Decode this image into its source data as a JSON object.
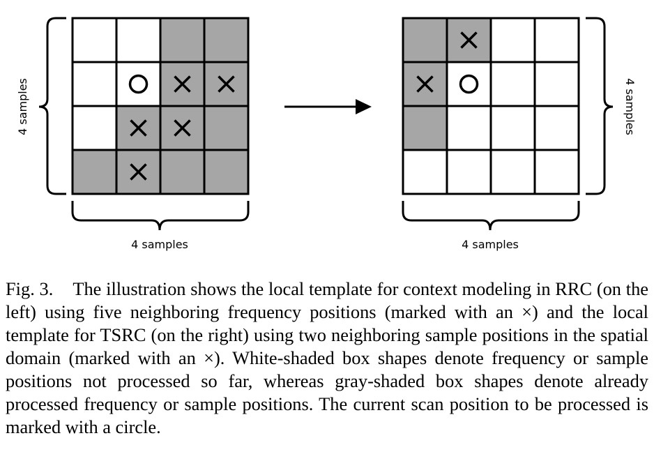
{
  "diagram": {
    "left_grid": {
      "size_label": "4 samples",
      "side_label": "4 samples",
      "cells": [
        [
          "white",
          "white",
          "gray",
          "gray"
        ],
        [
          "white",
          "white",
          "gray",
          "gray"
        ],
        [
          "white",
          "gray",
          "gray",
          "gray"
        ],
        [
          "gray",
          "gray",
          "gray",
          "gray"
        ]
      ],
      "crosses": [
        [
          1,
          2
        ],
        [
          1,
          3
        ],
        [
          2,
          1
        ],
        [
          2,
          2
        ],
        [
          3,
          1
        ]
      ],
      "circle": [
        1,
        1
      ]
    },
    "right_grid": {
      "size_label": "4 samples",
      "side_label": "4 samples",
      "cells": [
        [
          "gray",
          "gray",
          "white",
          "white"
        ],
        [
          "gray",
          "white",
          "white",
          "white"
        ],
        [
          "gray",
          "white",
          "white",
          "white"
        ],
        [
          "white",
          "white",
          "white",
          "white"
        ]
      ],
      "crosses": [
        [
          0,
          1
        ],
        [
          1,
          0
        ]
      ],
      "circle": [
        1,
        1
      ]
    },
    "colors": {
      "gray": "#a6a6a6",
      "white": "#ffffff",
      "stroke": "#000000"
    }
  },
  "caption": {
    "label": "Fig. 3.",
    "text": "The illustration shows the local template for context modeling in RRC (on the left) using five neighboring frequency positions (marked with an ×) and the local template for TSRC (on the right) using two neighboring sample positions in the spatial domain (marked with an ×). White-shaded box shapes denote frequency or sample positions not processed so far, whereas gray-shaded box shapes denote already processed frequency or sample positions. The current scan position to be processed is marked with a circle."
  }
}
